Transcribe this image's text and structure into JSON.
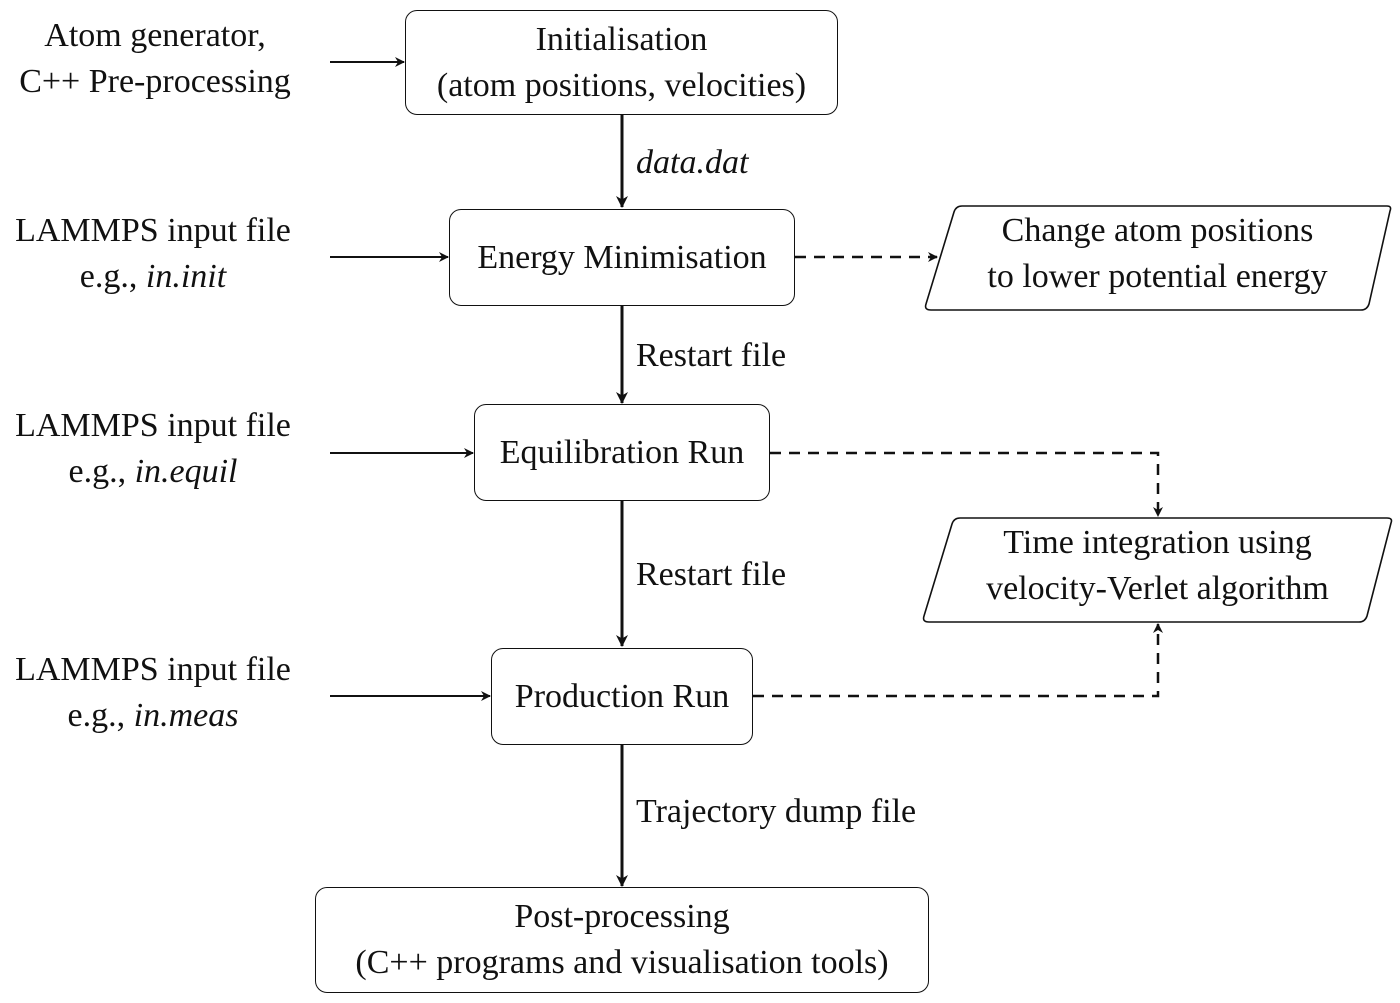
{
  "inputs": {
    "atom_generator": {
      "line1": "Atom generator,",
      "line2": "C++ Pre-processing"
    },
    "init_input": {
      "line1": "LAMMPS input file",
      "prefix": "e.g., ",
      "file": "in.init"
    },
    "equil_input": {
      "line1": "LAMMPS input file",
      "prefix": "e.g., ",
      "file": "in.equil"
    },
    "meas_input": {
      "line1": "LAMMPS input file",
      "prefix": "e.g., ",
      "file": "in.meas"
    }
  },
  "boxes": {
    "initialisation": {
      "line1": "Initialisation",
      "line2": "(atom positions, velocities)"
    },
    "energy_minimisation": {
      "label": "Energy Minimisation"
    },
    "equilibration_run": {
      "label": "Equilibration Run"
    },
    "production_run": {
      "label": "Production Run"
    },
    "post_processing": {
      "line1": "Post-processing",
      "line2": "(C++ programs and visualisation tools)"
    }
  },
  "side_notes": {
    "lower_energy": {
      "line1": "Change atom positions",
      "line2": "to lower potential energy"
    },
    "time_integration": {
      "line1": "Time integration using",
      "line2": "velocity-Verlet algorithm"
    }
  },
  "edge_labels": {
    "data_file": "data.dat",
    "restart_1": "Restart file",
    "restart_2": "Restart file",
    "trajectory": "Trajectory dump file"
  }
}
